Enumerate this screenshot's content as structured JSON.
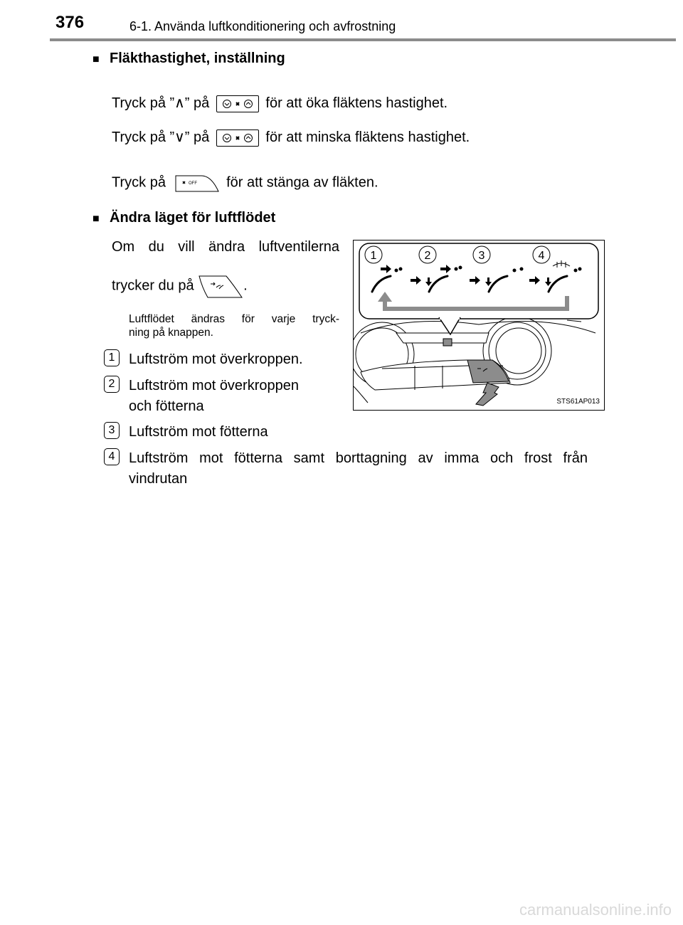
{
  "header": {
    "page_number": "376",
    "chapter": "6-1. Använda luftkonditionering och avfrostning"
  },
  "section1": {
    "bullet": "■",
    "heading": "Fläkthastighet, inställning",
    "line1_pre": "Tryck på ”",
    "line1_sym": "∧",
    "line1_mid": "” på",
    "line1_post": "för att öka fläktens hastighet.",
    "line2_pre": "Tryck på ”",
    "line2_sym": "∨",
    "line2_mid": "” på",
    "line2_post": "för att minska fläktens hastighet.",
    "line3_pre": "Tryck på",
    "line3_post": "för att stänga av fläkten.",
    "off_label": "OFF"
  },
  "section2": {
    "bullet": "■",
    "heading": "Ändra läget för luftflödet",
    "text1": "Om du vill ändra luftventilerna",
    "text2_pre": "trycker du på",
    "text2_post": ".",
    "note1": "Luftflödet ändras för varje tryck-",
    "note2": "ning på knappen.",
    "items": [
      {
        "num": "1",
        "text": "Luftström mot överkroppen."
      },
      {
        "num": "2",
        "text": "Luftström mot överkroppen",
        "text2": "och fötterna"
      },
      {
        "num": "3",
        "text": "Luftström mot fötterna"
      },
      {
        "num": "4",
        "text": "Luftström mot fötterna samt borttagning av imma och frost från",
        "text2": "vindrutan"
      }
    ]
  },
  "figure": {
    "callouts": [
      "1",
      "2",
      "3",
      "4"
    ],
    "code": "STS61AP013"
  },
  "footer": "carmanualsonline.info"
}
